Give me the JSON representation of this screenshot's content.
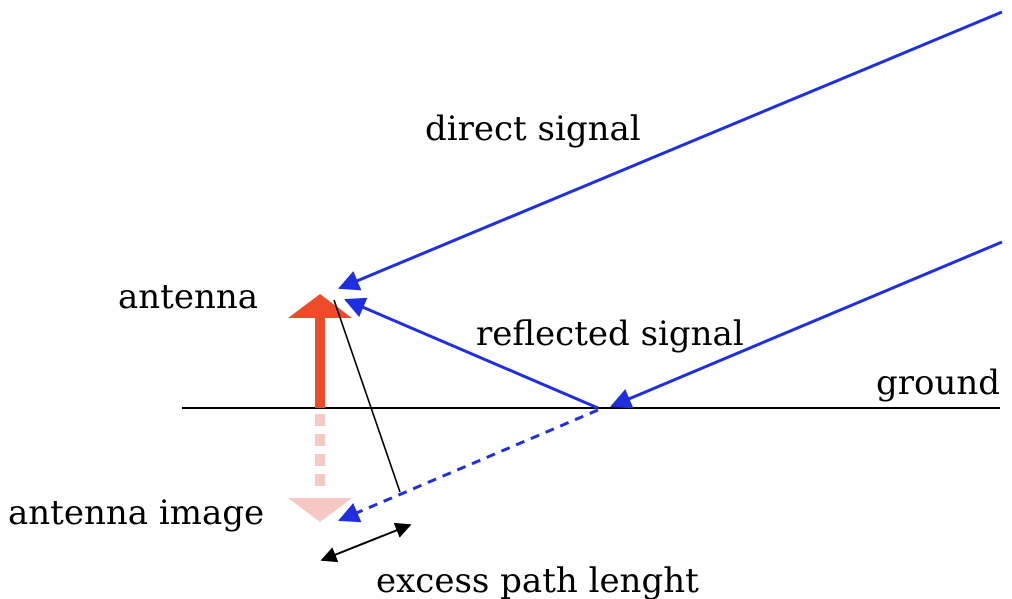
{
  "labels": {
    "direct_signal": "direct signal",
    "antenna": "antenna",
    "reflected_signal": "reflected signal",
    "ground": "ground",
    "antenna_image": "antenna image",
    "excess_path": "excess path lenght"
  },
  "colors": {
    "signal": "#1f2fe0",
    "antenna": "#ee4b2b",
    "antenna_image": "#f7c9c5",
    "ground": "#000000",
    "measure": "#000000",
    "background": "#ffffff"
  },
  "icons": {
    "antenna": "antenna-icon",
    "antenna_image": "antenna-image-icon"
  }
}
